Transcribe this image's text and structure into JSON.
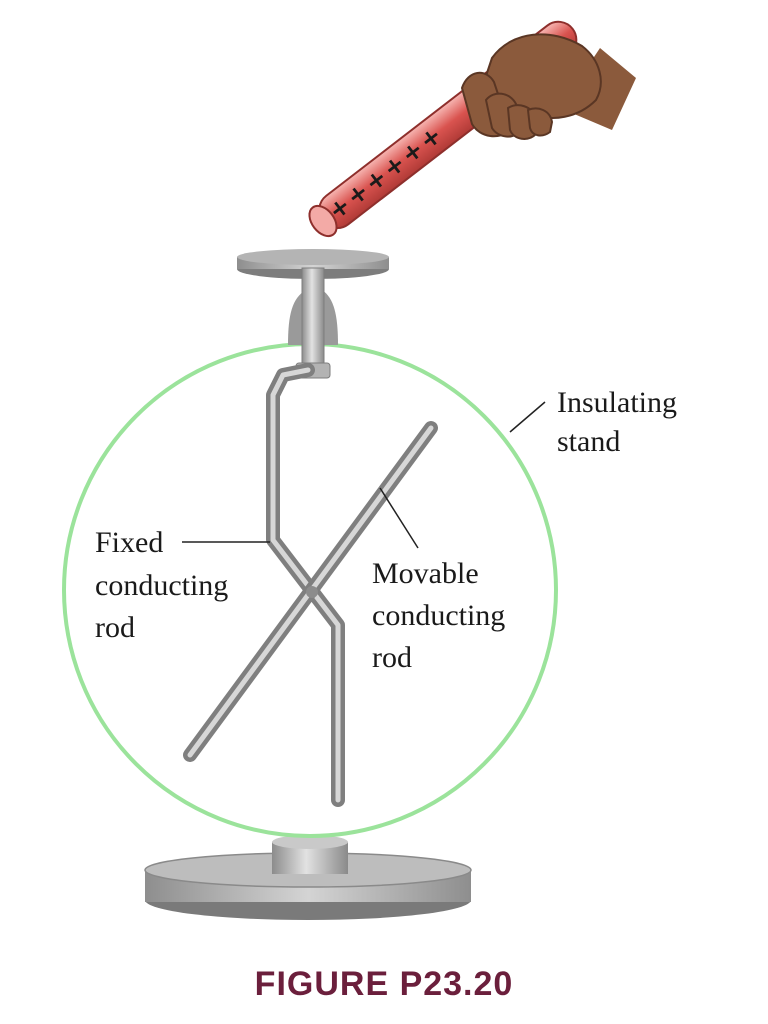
{
  "labels": {
    "insulating_stand_line1": "Insulating",
    "insulating_stand_line2": "stand",
    "fixed_rod_line1": "Fixed",
    "fixed_rod_line2": "conducting",
    "fixed_rod_line3": "rod",
    "movable_rod_line1": "Movable",
    "movable_rod_line2": "conducting",
    "movable_rod_line3": "rod"
  },
  "charged_rod": {
    "charge_symbol": "+",
    "charge_count": 6,
    "color": "#d9534f"
  },
  "caption": {
    "text": "FIGURE P23.20",
    "color": "#6b1f3c"
  },
  "colors": {
    "stand_outline": "#9be39b",
    "metal": "#a9a9a9",
    "skin": "#8b5a3c"
  }
}
